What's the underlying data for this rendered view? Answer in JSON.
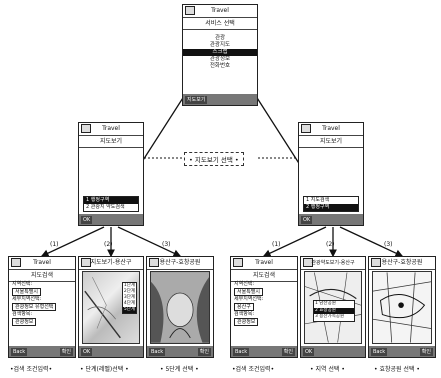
{
  "app": {
    "title": "Travel"
  },
  "root": {
    "subtitle": "서비스 선택",
    "menu": [
      "관광",
      "관광지도",
      "스크랩",
      "관광정보",
      "전화번호"
    ],
    "selected_index": 2,
    "softkey": "지도보기"
  },
  "transition_bubble": "지도보기 선택",
  "left_branch": {
    "subtitle": "지도보기",
    "list": [
      "1 행정구역",
      "2 관광지 약도검색"
    ],
    "selected_index": 0,
    "softkey": "OK"
  },
  "right_branch": {
    "subtitle": "지도보기",
    "list": [
      "1 지도검색",
      "2 행정구역"
    ],
    "selected_index": 1,
    "softkey": "OK"
  },
  "step_labels": [
    "(1)",
    "(2)",
    "(3)"
  ],
  "screens": {
    "l1": {
      "subtitle": "지도검색",
      "fields": [
        "지역선택:",
        "서울특별시",
        "세부지역선택:",
        "관광정보 유형선택",
        "검색항목:",
        "관광정보"
      ],
      "softkeys": [
        "Back",
        "확인"
      ]
    },
    "l2": {
      "subtitle": "지도보기-용산구",
      "steps": [
        "1단계",
        "2단계",
        "3단계",
        "4단계",
        "5단계"
      ],
      "softkeys": [
        "OK",
        ""
      ]
    },
    "l3": {
      "subtitle": "용산구-효창공원",
      "softkeys": [
        "Back",
        "확인"
      ]
    },
    "r1": {
      "subtitle": "지도검색",
      "fields": [
        "지역선택:",
        "서울특별시",
        "세부지역선택:",
        "용산구",
        "검색항목:",
        "관광정보"
      ],
      "softkeys": [
        "Back",
        "확인"
      ]
    },
    "r2": {
      "subtitle": "관광약도보기-용산구",
      "list": [
        "1 남산공원",
        "2 효창공원",
        "3 용산가족공원"
      ],
      "softkeys": [
        "OK",
        ""
      ]
    },
    "r3": {
      "subtitle": "용산구-효창공원",
      "softkeys": [
        "Back",
        "확인"
      ]
    }
  },
  "captions": {
    "l1": "•검색 조건입력•",
    "l2": "• 단계(레벨)선택 •",
    "l3": "• 5단계 선택 •",
    "r1": "•검색 조건입력•",
    "r2": "• 지역 선택 •",
    "r3": "• 효창공원 선택 •"
  }
}
